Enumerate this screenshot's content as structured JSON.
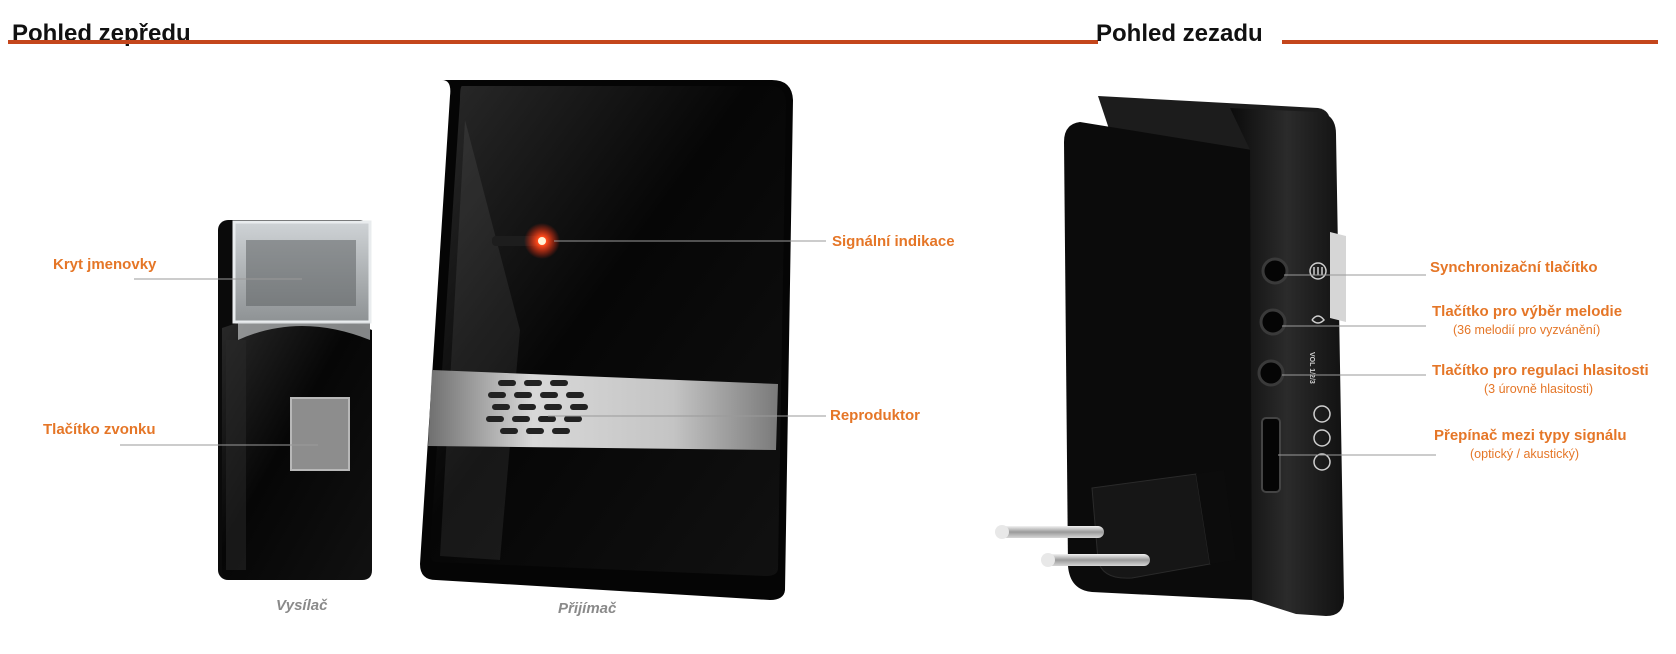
{
  "headings": {
    "front": "Pohled zepředu",
    "back": "Pohled zezadu"
  },
  "colors": {
    "accent_rule": "#c4461c",
    "label": "#e57627",
    "caption": "#8a8a8a",
    "led": "#ff2a10"
  },
  "front_labels": {
    "name_cover": "Kryt jmenovky",
    "bell_button": "Tlačítko zvonku",
    "signal_indicator": "Signální indikace",
    "speaker": "Reproduktor"
  },
  "captions": {
    "transmitter": "Vysílač",
    "receiver": "Přijímač"
  },
  "back_labels": {
    "sync_button": "Synchronizační tlačítko",
    "melody_button": "Tlačítko pro výběr melodie",
    "melody_note": "(36 melodií pro vyzvánění)",
    "volume_button": "Tlačítko pro regulaci hlasitosti",
    "volume_note": "(3 úrovně hlasitosti)",
    "signal_switch": "Přepínač mezi typy signálu",
    "signal_note": "(optický / akustický)",
    "volume_marking": "VOL 1/2/3"
  }
}
